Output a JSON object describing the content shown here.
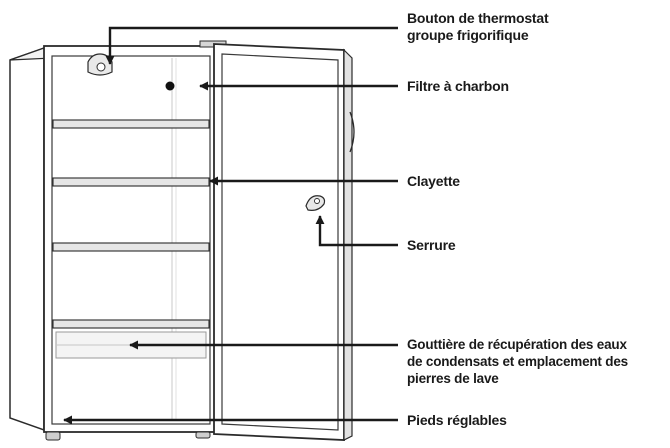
{
  "diagram": {
    "colors": {
      "line": "#1a1a1a",
      "outline": "#2b2b2b",
      "shade": "#bdbdbd",
      "light": "#e4e4e4",
      "background": "#ffffff"
    },
    "callouts": [
      {
        "id": "thermostat",
        "lines": [
          "Bouton de thermostat",
          "groupe frigorifique"
        ]
      },
      {
        "id": "filter",
        "lines": [
          "Filtre à charbon"
        ]
      },
      {
        "id": "shelf",
        "lines": [
          "Clayette"
        ]
      },
      {
        "id": "lock",
        "lines": [
          "Serrure"
        ]
      },
      {
        "id": "gutter",
        "lines": [
          "Gouttière de récupération des eaux",
          "de condensats et emplacement des",
          "pierres de lave"
        ]
      },
      {
        "id": "feet",
        "lines": [
          "Pieds réglables"
        ]
      }
    ]
  }
}
